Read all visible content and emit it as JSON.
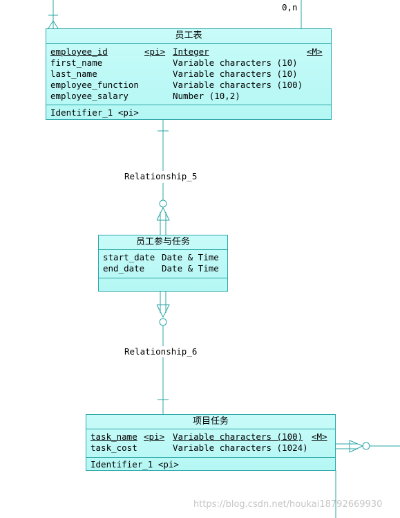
{
  "colors": {
    "line": "#2aa6a6",
    "fill": "#bdf8f5"
  },
  "employee": {
    "title": "员工表",
    "attrs": [
      {
        "name": "employee_id",
        "key": "<pi>",
        "type": "Integer",
        "mand": "<M>"
      },
      {
        "name": "first_name",
        "key": "",
        "type": "Variable characters (10)",
        "mand": ""
      },
      {
        "name": "last_name",
        "key": "",
        "type": "Variable characters (10)",
        "mand": ""
      },
      {
        "name": "employee_function",
        "key": "",
        "type": "Variable characters (100)",
        "mand": ""
      },
      {
        "name": "employee_salary",
        "key": "",
        "type": "Number (10,2)",
        "mand": ""
      }
    ],
    "identifier": "Identifier_1 <pi>"
  },
  "participation": {
    "title": "员工参与任务",
    "attrs": [
      {
        "name": "start_date",
        "type": "Date & Time"
      },
      {
        "name": "end_date",
        "type": "Date & Time"
      }
    ]
  },
  "task": {
    "title": "项目任务",
    "attrs": [
      {
        "name": "task_name",
        "key": "<pi>",
        "type": "Variable characters (100)",
        "mand": "<M>"
      },
      {
        "name": "task_cost",
        "key": "",
        "type": "Variable characters (1024)",
        "mand": ""
      }
    ],
    "identifier": "Identifier_1 <pi>"
  },
  "relationships": {
    "r5": "Relationship_5",
    "r6": "Relationship_6"
  },
  "cardinality_top": "0,n",
  "watermark": "https://blog.csdn.net/houkai18792669930"
}
